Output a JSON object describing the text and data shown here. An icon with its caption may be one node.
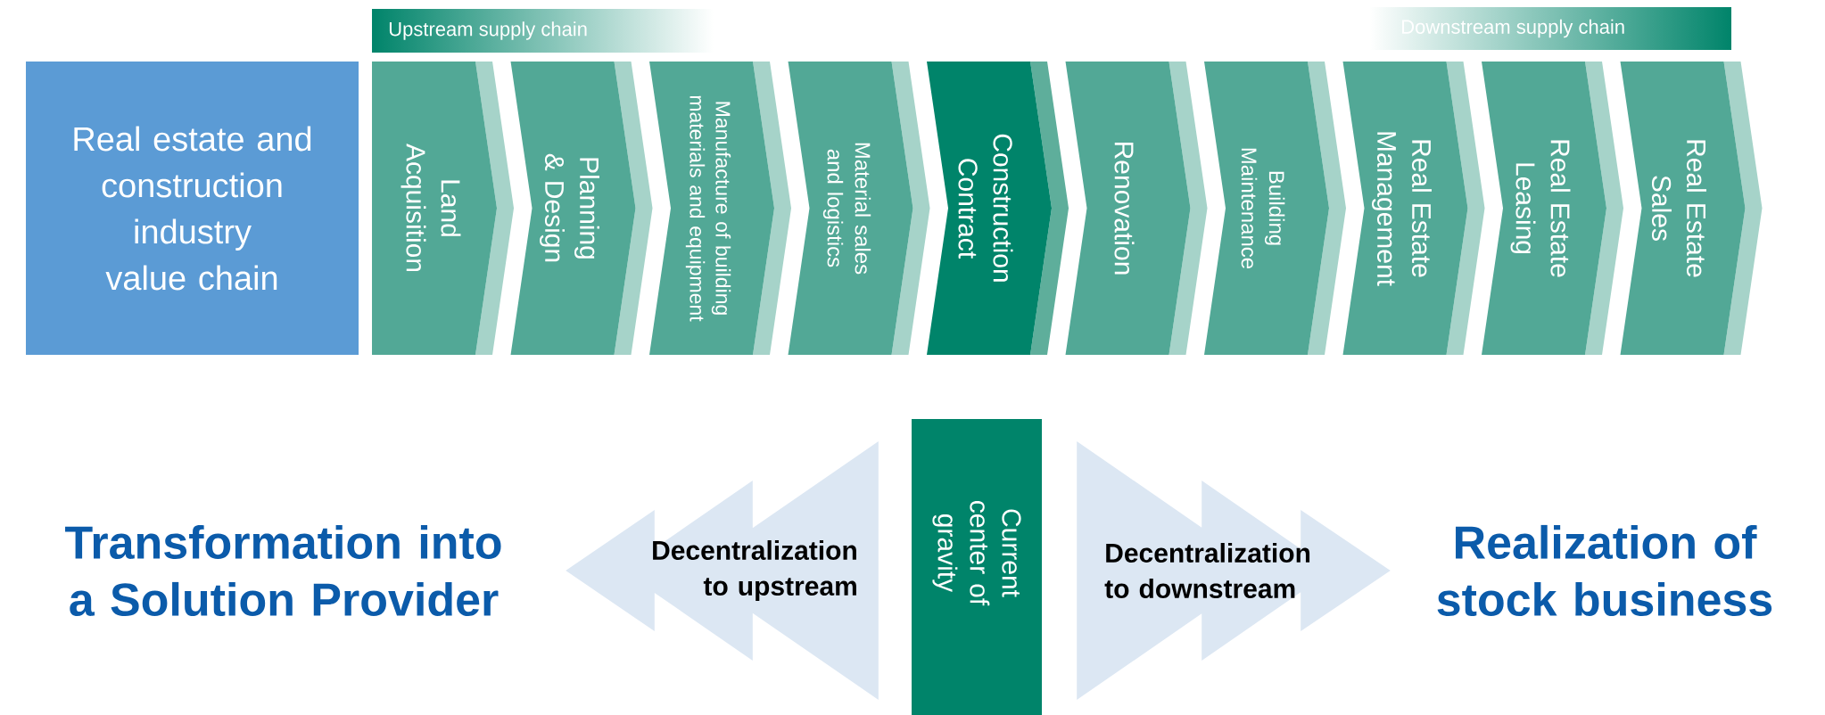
{
  "diagram": {
    "nodes": [
      {
        "text": [
          "Upstream supply chain"
        ]
      },
      {
        "text": [
          "Downstream supply chain"
        ]
      },
      {
        "text": [
          "Real estate and construction industry value chain"
        ]
      },
      {
        "text": [
          "Land Acquisition"
        ]
      },
      {
        "text": [
          "Planning & Design"
        ]
      },
      {
        "text": [
          "Manufacture of building materials and equipment"
        ]
      },
      {
        "text": [
          "Material sales and logistics"
        ]
      },
      {
        "text": [
          "Construction Contract"
        ]
      },
      {
        "text": [
          "Renovation"
        ]
      },
      {
        "text": [
          "Building Maintenance"
        ]
      },
      {
        "text": [
          "Real Estate Management"
        ]
      },
      {
        "text": [
          "Real Estate Leasing"
        ]
      },
      {
        "text": [
          "Real Estate Sales"
        ]
      },
      {
        "text": [
          "Transformation into a Solution Provider"
        ]
      },
      {
        "text": [
          "Current center of gravity"
        ]
      },
      {
        "text": [
          "Realization of stock business"
        ]
      }
    ],
    "edges": [
      {
        "from": 14,
        "to": 13,
        "arrow": "to",
        "label": "Decentralization to upstream"
      },
      {
        "from": 14,
        "to": 15,
        "arrow": "to",
        "label": "Decentralization to downstream"
      }
    ]
  }
}
